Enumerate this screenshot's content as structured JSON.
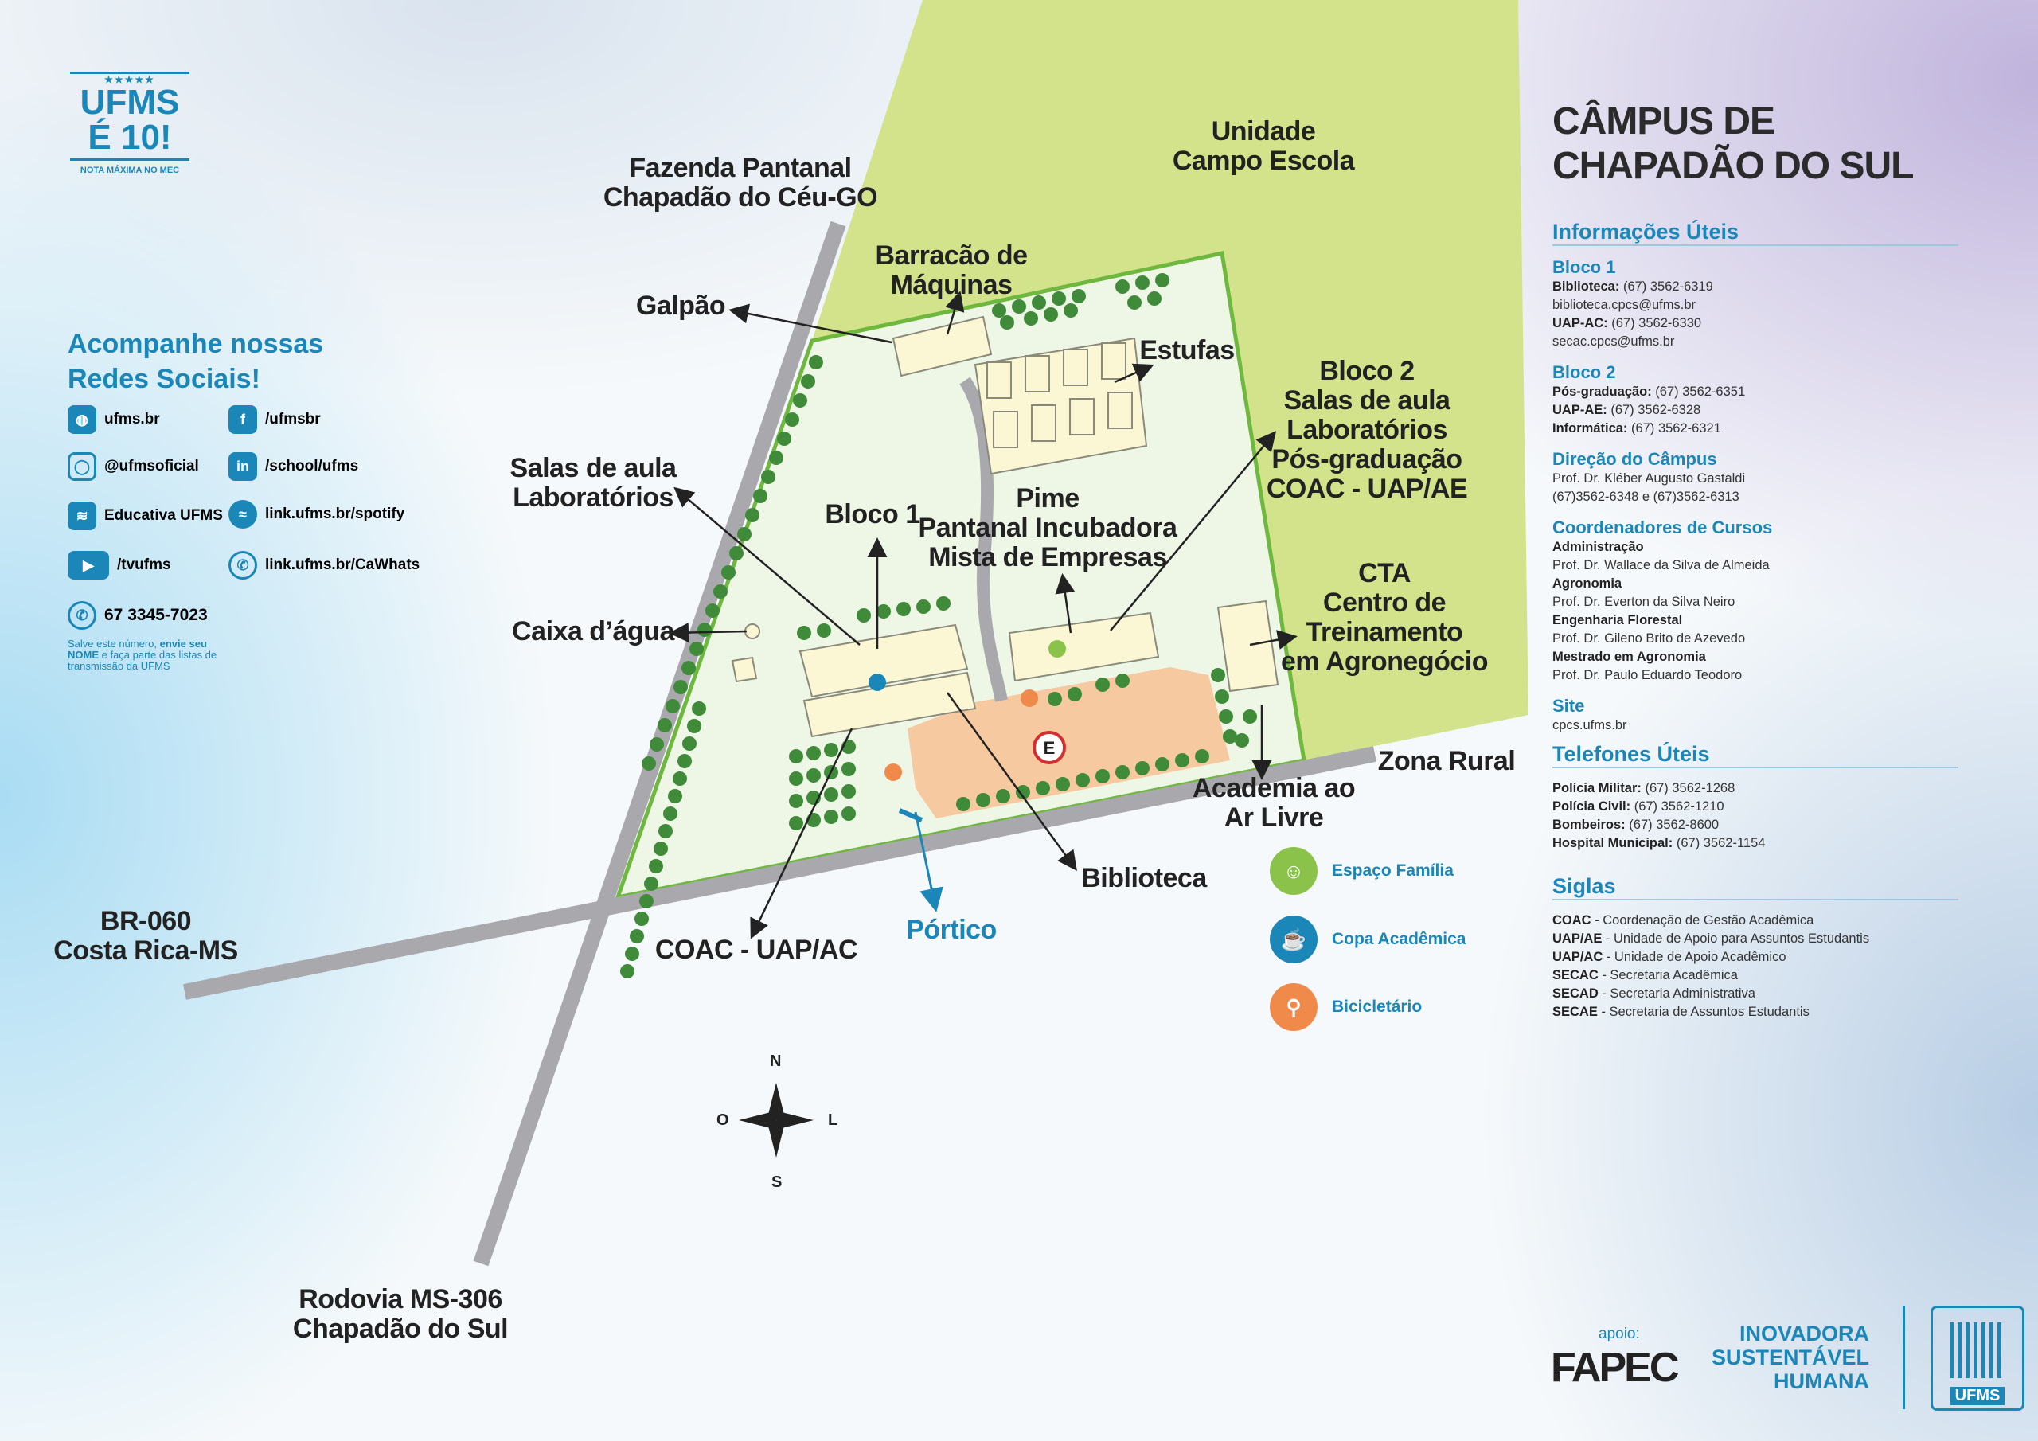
{
  "logo": {
    "line1": "UFMS",
    "line2": "É 10!",
    "tagline": "NOTA MÁXIMA NO MEC",
    "stars": "★★★★★"
  },
  "social": {
    "heading_line1": "Acompanhe nossas",
    "heading_line2": "Redes Sociais!",
    "items": [
      {
        "icon": "globe-icon",
        "label": "ufms.br"
      },
      {
        "icon": "facebook-icon",
        "label": "/ufmsbr"
      },
      {
        "icon": "instagram-icon",
        "label": "@ufmsoficial"
      },
      {
        "icon": "linkedin-icon",
        "label": "/school/ufms"
      },
      {
        "icon": "radio-icon",
        "label": "Educativa UFMS"
      },
      {
        "icon": "spotify-icon",
        "label": "link.ufms.br/spotify"
      },
      {
        "icon": "youtube-icon",
        "label": "/tvufms"
      },
      {
        "icon": "whatsapp-icon",
        "label": "link.ufms.br/CaWhats"
      },
      {
        "icon": "whatsapp-icon",
        "label": "67 3345-7023"
      }
    ],
    "note_pre": "Salve este número, ",
    "note_bold1": "envie seu NOME",
    "note_post": " e faça parte das listas de transmissão da UFMS"
  },
  "map": {
    "labels": {
      "unidade": [
        "Unidade",
        "Campo Escola"
      ],
      "fazenda": [
        "Fazenda Pantanal",
        "Chapadão do Céu-GO"
      ],
      "barracao": [
        "Barracão de",
        "Máquinas"
      ],
      "galpao": "Galpão",
      "estufas": "Estufas",
      "bloco2": [
        "Bloco 2",
        "Salas de aula",
        "Laboratórios",
        "Pós-graduação",
        "COAC - UAP/AE"
      ],
      "salas": [
        "Salas de aula",
        "Laboratórios"
      ],
      "bloco1": "Bloco 1",
      "pime": [
        "Pime",
        "Pantanal Incubadora",
        "Mista de Empresas"
      ],
      "cta": [
        "CTA",
        "Centro de",
        "Treinamento",
        "em Agronegócio"
      ],
      "caixa": "Caixa d’água",
      "zona": "Zona Rural",
      "academia": [
        "Academia ao",
        "Ar Livre"
      ],
      "biblioteca": "Biblioteca",
      "portico": "Pórtico",
      "coac": "COAC - UAP/AC",
      "br060": [
        "BR-060",
        "Costa Rica-MS"
      ],
      "ms306": [
        "Rodovia MS-306",
        "Chapadão do Sul"
      ],
      "parking": "E"
    },
    "compass": {
      "n": "N",
      "s": "S",
      "o": "O",
      "l": "L"
    },
    "legend": [
      {
        "icon": "family-icon",
        "label": "Espaço Família",
        "color": "#8bc34a"
      },
      {
        "icon": "cup-icon",
        "label": "Copa Acadêmica",
        "color": "#1b87b8"
      },
      {
        "icon": "bicycle-icon",
        "label": "Bicicletário",
        "color": "#f08a4b"
      }
    ]
  },
  "panel": {
    "title_line1": "CÂMPUS DE",
    "title_line2": "CHAPADÃO DO SUL",
    "info_heading": "Informações Úteis",
    "bloco1": {
      "heading": "Bloco 1",
      "lines": [
        {
          "k": "Biblioteca:",
          "v": " (67) 3562-6319"
        },
        {
          "k": "",
          "v": "biblioteca.cpcs@ufms.br"
        },
        {
          "k": "UAP-AC:",
          "v": " (67) 3562-6330"
        },
        {
          "k": "",
          "v": "secac.cpcs@ufms.br"
        }
      ]
    },
    "bloco2": {
      "heading": "Bloco 2",
      "lines": [
        {
          "k": "Pós-graduação:",
          "v": " (67) 3562-6351"
        },
        {
          "k": "UAP-AE:",
          "v": " (67) 3562-6328"
        },
        {
          "k": "Informática:",
          "v": " (67) 3562-6321"
        }
      ]
    },
    "direcao": {
      "heading": "Direção do Câmpus",
      "lines": [
        {
          "k": "",
          "v": "Prof. Dr. Kléber Augusto Gastaldi"
        },
        {
          "k": "",
          "v": " (67)3562-6348 e (67)3562-6313"
        }
      ]
    },
    "coord": {
      "heading": "Coordenadores de Cursos",
      "lines": [
        {
          "k": "Administração",
          "v": ""
        },
        {
          "k": "",
          "v": "Prof. Dr. Wallace da Silva de Almeida"
        },
        {
          "k": "Agronomia",
          "v": ""
        },
        {
          "k": "",
          "v": "Prof. Dr. Everton da Silva Neiro"
        },
        {
          "k": "Engenharia Florestal",
          "v": ""
        },
        {
          "k": "",
          "v": "Prof. Dr. Gileno Brito de Azevedo"
        },
        {
          "k": "Mestrado em Agronomia",
          "v": ""
        },
        {
          "k": "",
          "v": "Prof. Dr. Paulo Eduardo Teodoro"
        }
      ]
    },
    "site": {
      "heading": "Site",
      "lines": [
        {
          "k": "",
          "v": "cpcs.ufms.br"
        }
      ]
    },
    "telefones_heading": "Telefones Úteis",
    "telefones": [
      {
        "k": "Polícia Militar:",
        "v": " (67) 3562-1268"
      },
      {
        "k": "Polícia Civil:",
        "v": " (67) 3562-1210"
      },
      {
        "k": "Bombeiros:",
        "v": " (67) 3562-8600"
      },
      {
        "k": "Hospital Municipal:",
        "v": " (67) 3562-1154"
      }
    ],
    "siglas_heading": "Siglas",
    "siglas": [
      {
        "k": "COAC",
        "v": " - Coordenação de Gestão Acadêmica"
      },
      {
        "k": "UAP/AE",
        "v": " - Unidade de Apoio para Assuntos Estudantis"
      },
      {
        "k": "UAP/AC",
        "v": " - Unidade de Apoio Acadêmico"
      },
      {
        "k": "SECAC",
        "v": " - Secretaria Acadêmica"
      },
      {
        "k": "SECAD",
        "v": " - Secretaria Administrativa"
      },
      {
        "k": "SECAE",
        "v": " - Secretaria de Assuntos Estudantis"
      }
    ]
  },
  "footer": {
    "apoio": "apoio:",
    "fapec": "FAPEC",
    "slogan": [
      "INOVADORA",
      "SUSTENTÁVEL",
      "HUMANA"
    ],
    "ufms": "UFMS"
  }
}
